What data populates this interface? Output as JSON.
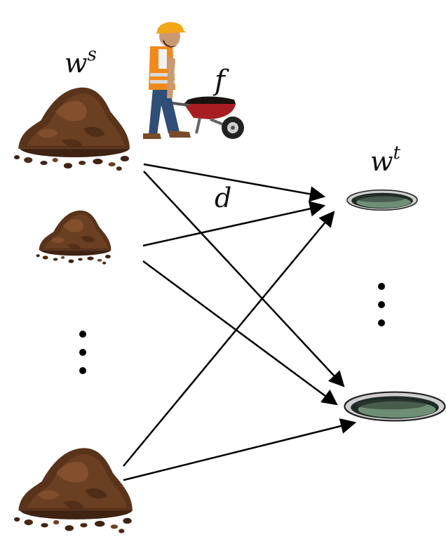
{
  "labels": {
    "source": {
      "base": "w",
      "sup": "s"
    },
    "target": {
      "base": "w",
      "sup": "t"
    },
    "flow": "f",
    "distance": "d"
  },
  "colors": {
    "dirt_dark": "#3f2313",
    "dirt_mid": "#6b3f22",
    "dirt_light": "#8a5430",
    "hole_rim": "#d9d9d9",
    "hole_inner": "#2e3a33",
    "hole_water": "#6e8f76",
    "arrow": "#000000",
    "helmet": "#f2a516",
    "vest": "#f08a1c",
    "vest_stripe": "#d8d8d8",
    "jeans": "#2f4e78",
    "barrow": "#a61e22"
  },
  "icons": {
    "source_piles": [
      "dirt-pile-icon",
      "dirt-pile-icon",
      "dirt-pile-icon"
    ],
    "target_holes": [
      "hole-icon",
      "hole-icon"
    ],
    "worker": "worker-with-wheelbarrow-icon"
  }
}
